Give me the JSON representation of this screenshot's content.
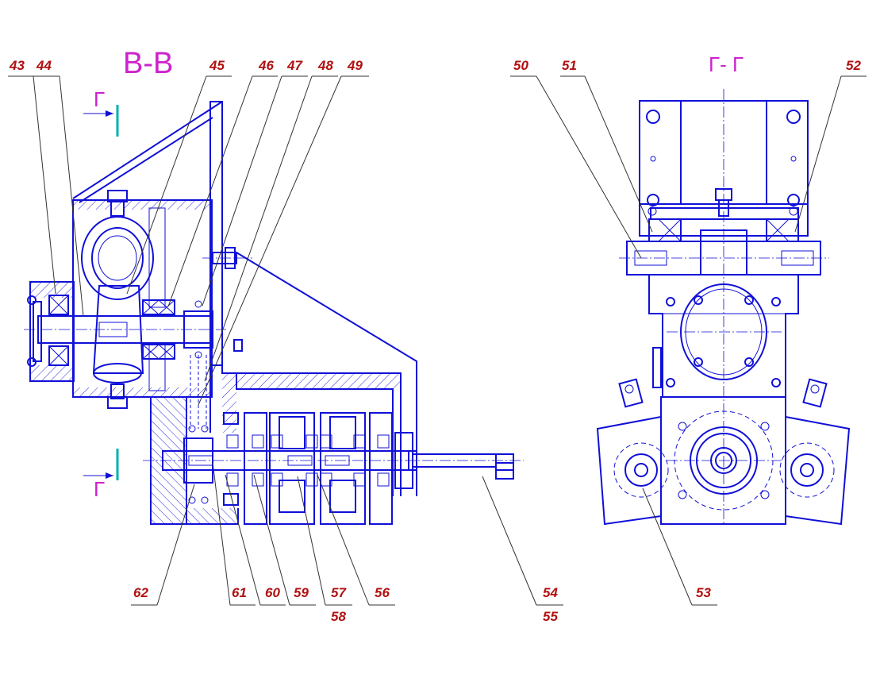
{
  "sections": {
    "left_title": "B-B",
    "right_title": "Г- Г",
    "cut_marker": "Г"
  },
  "callouts": {
    "c43": "43",
    "c44": "44",
    "c45": "45",
    "c46": "46",
    "c47": "47",
    "c48": "48",
    "c49": "49",
    "c50": "50",
    "c51": "51",
    "c52": "52",
    "c53": "53",
    "c54": "54",
    "c55": "55",
    "c56": "56",
    "c57": "57",
    "c58": "58",
    "c59": "59",
    "c60": "60",
    "c61": "61",
    "c62": "62"
  },
  "colors": {
    "lines": "#1010d8",
    "labels": "#b01010",
    "section_titles": "#cc22cc",
    "cut_line": "#00b0b0"
  }
}
